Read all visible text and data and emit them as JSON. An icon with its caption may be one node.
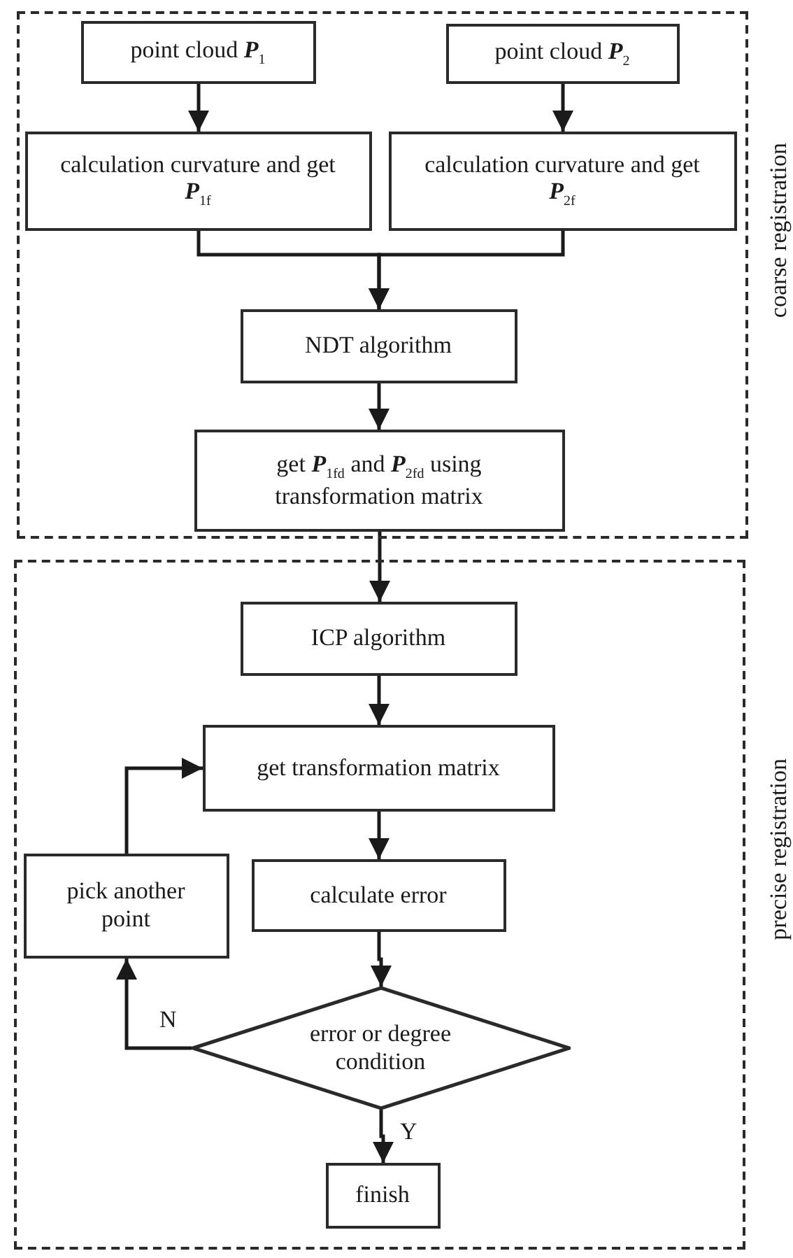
{
  "diagram": {
    "nodes": [
      {
        "text": [
          "coarse registration"
        ]
      },
      {
        "text": [
          "point cloud **P**$_{1}$"
        ],
        "in": 0
      },
      {
        "text": [
          "point cloud **P**$_{2}$"
        ],
        "in": 0
      },
      {
        "text": [
          "calculation curvature and get **P**$_{1f}$"
        ],
        "in": 0
      },
      {
        "text": [
          "calculation curvature and get **P**$_{2f}$"
        ],
        "in": 0
      },
      {
        "text": [
          "NDT algorithm"
        ],
        "in": 0
      },
      {
        "text": [
          "get **P**$_{1fd}$ and **P**$_{2fd}$ using transformation matrix"
        ],
        "in": 0
      },
      {
        "text": [
          "precise registration"
        ]
      },
      {
        "text": [
          "ICP algorithm"
        ],
        "in": 7
      },
      {
        "text": [
          "get transformation matrix"
        ],
        "in": 7
      },
      {
        "text": [
          "calculate error"
        ],
        "in": 7
      },
      {
        "text": [
          "error or degree condition"
        ],
        "in": 7
      },
      {
        "text": [
          "pick another point"
        ],
        "in": 7
      },
      {
        "text": [
          "finish"
        ],
        "in": 7
      }
    ],
    "edges": [
      {
        "from": 1,
        "to": 3,
        "arrow": "to"
      },
      {
        "from": 2,
        "to": 4,
        "arrow": "to"
      },
      {
        "from": 3,
        "to": 5,
        "arrow": "to"
      },
      {
        "from": 4,
        "to": 5,
        "arrow": "to"
      },
      {
        "from": 5,
        "to": 6,
        "arrow": "to"
      },
      {
        "from": 6,
        "to": 8,
        "arrow": "to"
      },
      {
        "from": 8,
        "to": 9,
        "arrow": "to"
      },
      {
        "from": 9,
        "to": 10,
        "arrow": "to"
      },
      {
        "from": 10,
        "to": 11,
        "arrow": "to"
      },
      {
        "from": 11,
        "to": 12,
        "label": "N",
        "arrow": "to"
      },
      {
        "from": 12,
        "to": 9,
        "arrow": "to"
      },
      {
        "from": 11,
        "to": 13,
        "label": "Y",
        "arrow": "to"
      }
    ]
  }
}
